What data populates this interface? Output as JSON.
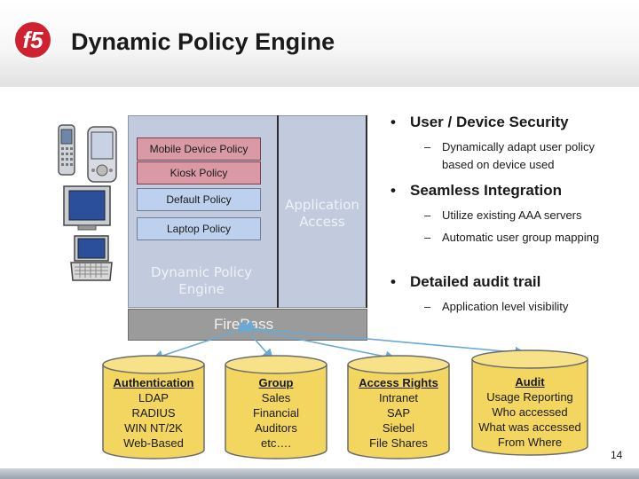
{
  "slide": {
    "title": "Dynamic Policy Engine",
    "logo_text": "f5",
    "page_number": "14"
  },
  "diagram": {
    "policies": [
      {
        "label": "Mobile Device Policy",
        "color": "#d99aa5"
      },
      {
        "label": "Kiosk Policy",
        "color": "#d99aa5"
      },
      {
        "label": "Default Policy",
        "color": "#bdd0ed"
      },
      {
        "label": "Laptop Policy",
        "color": "#bdd0ed"
      }
    ],
    "engine_label": "Dynamic Policy Engine",
    "app_access_label": "Application Access",
    "gateway_label": "FirePass",
    "devices": [
      "phone-icon",
      "pda-icon",
      "kiosk-monitor-icon",
      "laptop-icon"
    ]
  },
  "bullets": [
    {
      "heading": "User / Device Security",
      "subs": [
        "Dynamically adapt user policy based on device used"
      ]
    },
    {
      "heading": "Seamless Integration",
      "subs": [
        "Utilize existing AAA servers",
        "Automatic user group mapping"
      ]
    },
    {
      "heading": "Detailed audit trail",
      "subs": [
        "Application level visibility"
      ]
    }
  ],
  "databases": [
    {
      "heading": "Authentication",
      "lines": [
        "LDAP",
        "RADIUS",
        "WIN NT/2K",
        "Web-Based"
      ]
    },
    {
      "heading": "Group",
      "lines": [
        "Sales",
        "Financial",
        "Auditors",
        "etc…."
      ]
    },
    {
      "heading": "Access Rights",
      "lines": [
        "Intranet",
        "SAP",
        "Siebel",
        "File Shares"
      ]
    },
    {
      "heading": "Audit",
      "lines": [
        "Usage Reporting",
        "Who accessed",
        "What was accessed",
        "From Where"
      ]
    }
  ],
  "colors": {
    "engine_fill": "#c1cbdd",
    "gateway_fill": "#9b9b9b",
    "database_fill": "#f2d65f",
    "arrow": "#6aa9d4"
  }
}
